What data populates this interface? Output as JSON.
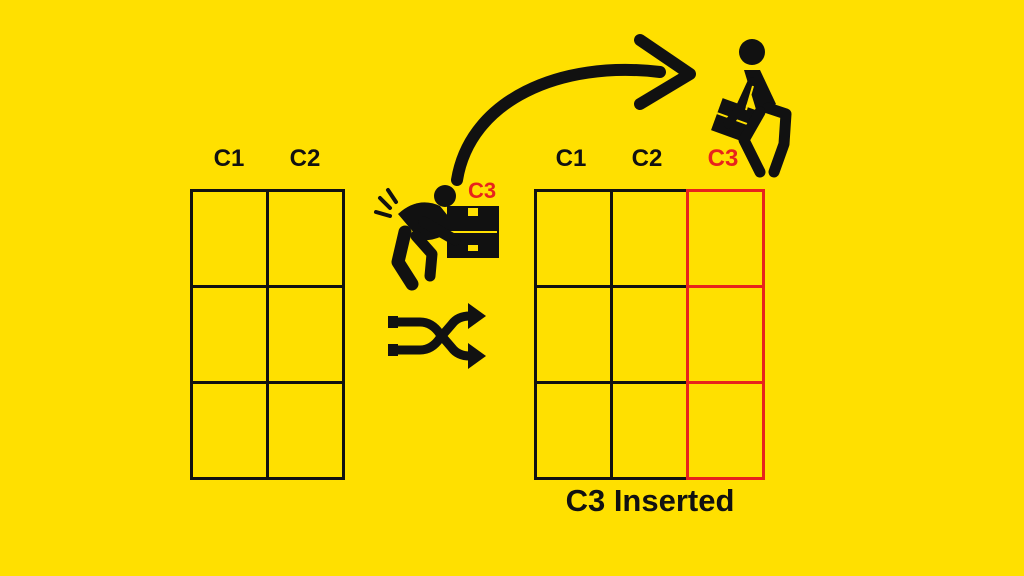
{
  "before_table": {
    "headers": [
      "C1",
      "C2"
    ]
  },
  "after_table": {
    "headers": [
      "C1",
      "C2",
      "C3"
    ]
  },
  "moving_column_label": "C3",
  "caption": "C3 Inserted",
  "colors": {
    "background": "#FFE000",
    "ink": "#111111",
    "highlight": "#E8231C"
  },
  "icons": [
    "person-carrying-box-icon",
    "shuffle-arrows-icon",
    "curved-arrow-icon",
    "person-walking-with-box-icon"
  ]
}
